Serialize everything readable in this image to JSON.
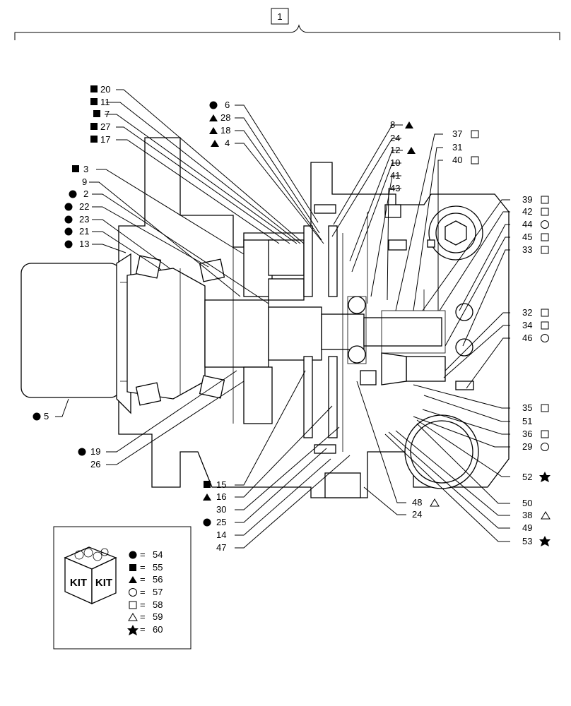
{
  "assembly": {
    "number": "1"
  },
  "callouts_left": [
    {
      "num": "20",
      "sym": "square"
    },
    {
      "num": "11",
      "sym": "square"
    },
    {
      "num": "7",
      "sym": "square"
    },
    {
      "num": "27",
      "sym": "square"
    },
    {
      "num": "17",
      "sym": "square"
    },
    {
      "num": "3",
      "sym": "square"
    },
    {
      "num": "9",
      "sym": "none"
    },
    {
      "num": "2",
      "sym": "circle"
    },
    {
      "num": "22",
      "sym": "circle"
    },
    {
      "num": "23",
      "sym": "circle"
    },
    {
      "num": "21",
      "sym": "circle"
    },
    {
      "num": "13",
      "sym": "circle"
    }
  ],
  "callouts_top": [
    {
      "num": "6",
      "sym": "circle"
    },
    {
      "num": "28",
      "sym": "triangle"
    },
    {
      "num": "18",
      "sym": "triangle"
    },
    {
      "num": "4",
      "sym": "triangle"
    }
  ],
  "callouts_top_mid": [
    {
      "num": "8",
      "sym": "triangle"
    },
    {
      "num": "24",
      "sym": "none"
    },
    {
      "num": "12",
      "sym": "triangle"
    },
    {
      "num": "10",
      "sym": "none"
    },
    {
      "num": "41",
      "sym": "none"
    },
    {
      "num": "43",
      "sym": "none"
    }
  ],
  "callouts_top_right": [
    {
      "num": "37",
      "sym": "square-open"
    },
    {
      "num": "31",
      "sym": "none"
    },
    {
      "num": "40",
      "sym": "square-open"
    }
  ],
  "callouts_right": [
    {
      "num": "39",
      "sym": "square-open"
    },
    {
      "num": "42",
      "sym": "square-open"
    },
    {
      "num": "44",
      "sym": "circle-open"
    },
    {
      "num": "45",
      "sym": "square-open"
    },
    {
      "num": "33",
      "sym": "square-open"
    },
    {
      "num": "32",
      "sym": "square-open"
    },
    {
      "num": "34",
      "sym": "square-open"
    },
    {
      "num": "46",
      "sym": "circle-open"
    },
    {
      "num": "35",
      "sym": "square-open"
    },
    {
      "num": "51",
      "sym": "none"
    },
    {
      "num": "36",
      "sym": "square-open"
    },
    {
      "num": "29",
      "sym": "circle-open"
    },
    {
      "num": "52",
      "sym": "star"
    },
    {
      "num": "50",
      "sym": "none"
    },
    {
      "num": "38",
      "sym": "triangle-open"
    },
    {
      "num": "49",
      "sym": "none"
    },
    {
      "num": "53",
      "sym": "star"
    }
  ],
  "callouts_bottom": [
    {
      "num": "5",
      "sym": "circle"
    },
    {
      "num": "19",
      "sym": "circle"
    },
    {
      "num": "26",
      "sym": "none"
    },
    {
      "num": "15",
      "sym": "square"
    },
    {
      "num": "16",
      "sym": "triangle"
    },
    {
      "num": "30",
      "sym": "none"
    },
    {
      "num": "25",
      "sym": "circle"
    },
    {
      "num": "14",
      "sym": "none"
    },
    {
      "num": "47",
      "sym": "none"
    },
    {
      "num": "48",
      "sym": "triangle-open"
    },
    {
      "num": "24",
      "sym": "none"
    }
  ],
  "legend": {
    "box_text": [
      "KIT",
      "KIT"
    ],
    "entries": [
      {
        "sym": "circle",
        "eq": "=",
        "num": "54"
      },
      {
        "sym": "square",
        "eq": "=",
        "num": "55"
      },
      {
        "sym": "triangle",
        "eq": "=",
        "num": "56"
      },
      {
        "sym": "circle-open",
        "eq": "=",
        "num": "57"
      },
      {
        "sym": "square-open",
        "eq": "=",
        "num": "58"
      },
      {
        "sym": "triangle-open",
        "eq": "=",
        "num": "59"
      },
      {
        "sym": "star",
        "eq": "=",
        "num": "60"
      }
    ]
  }
}
